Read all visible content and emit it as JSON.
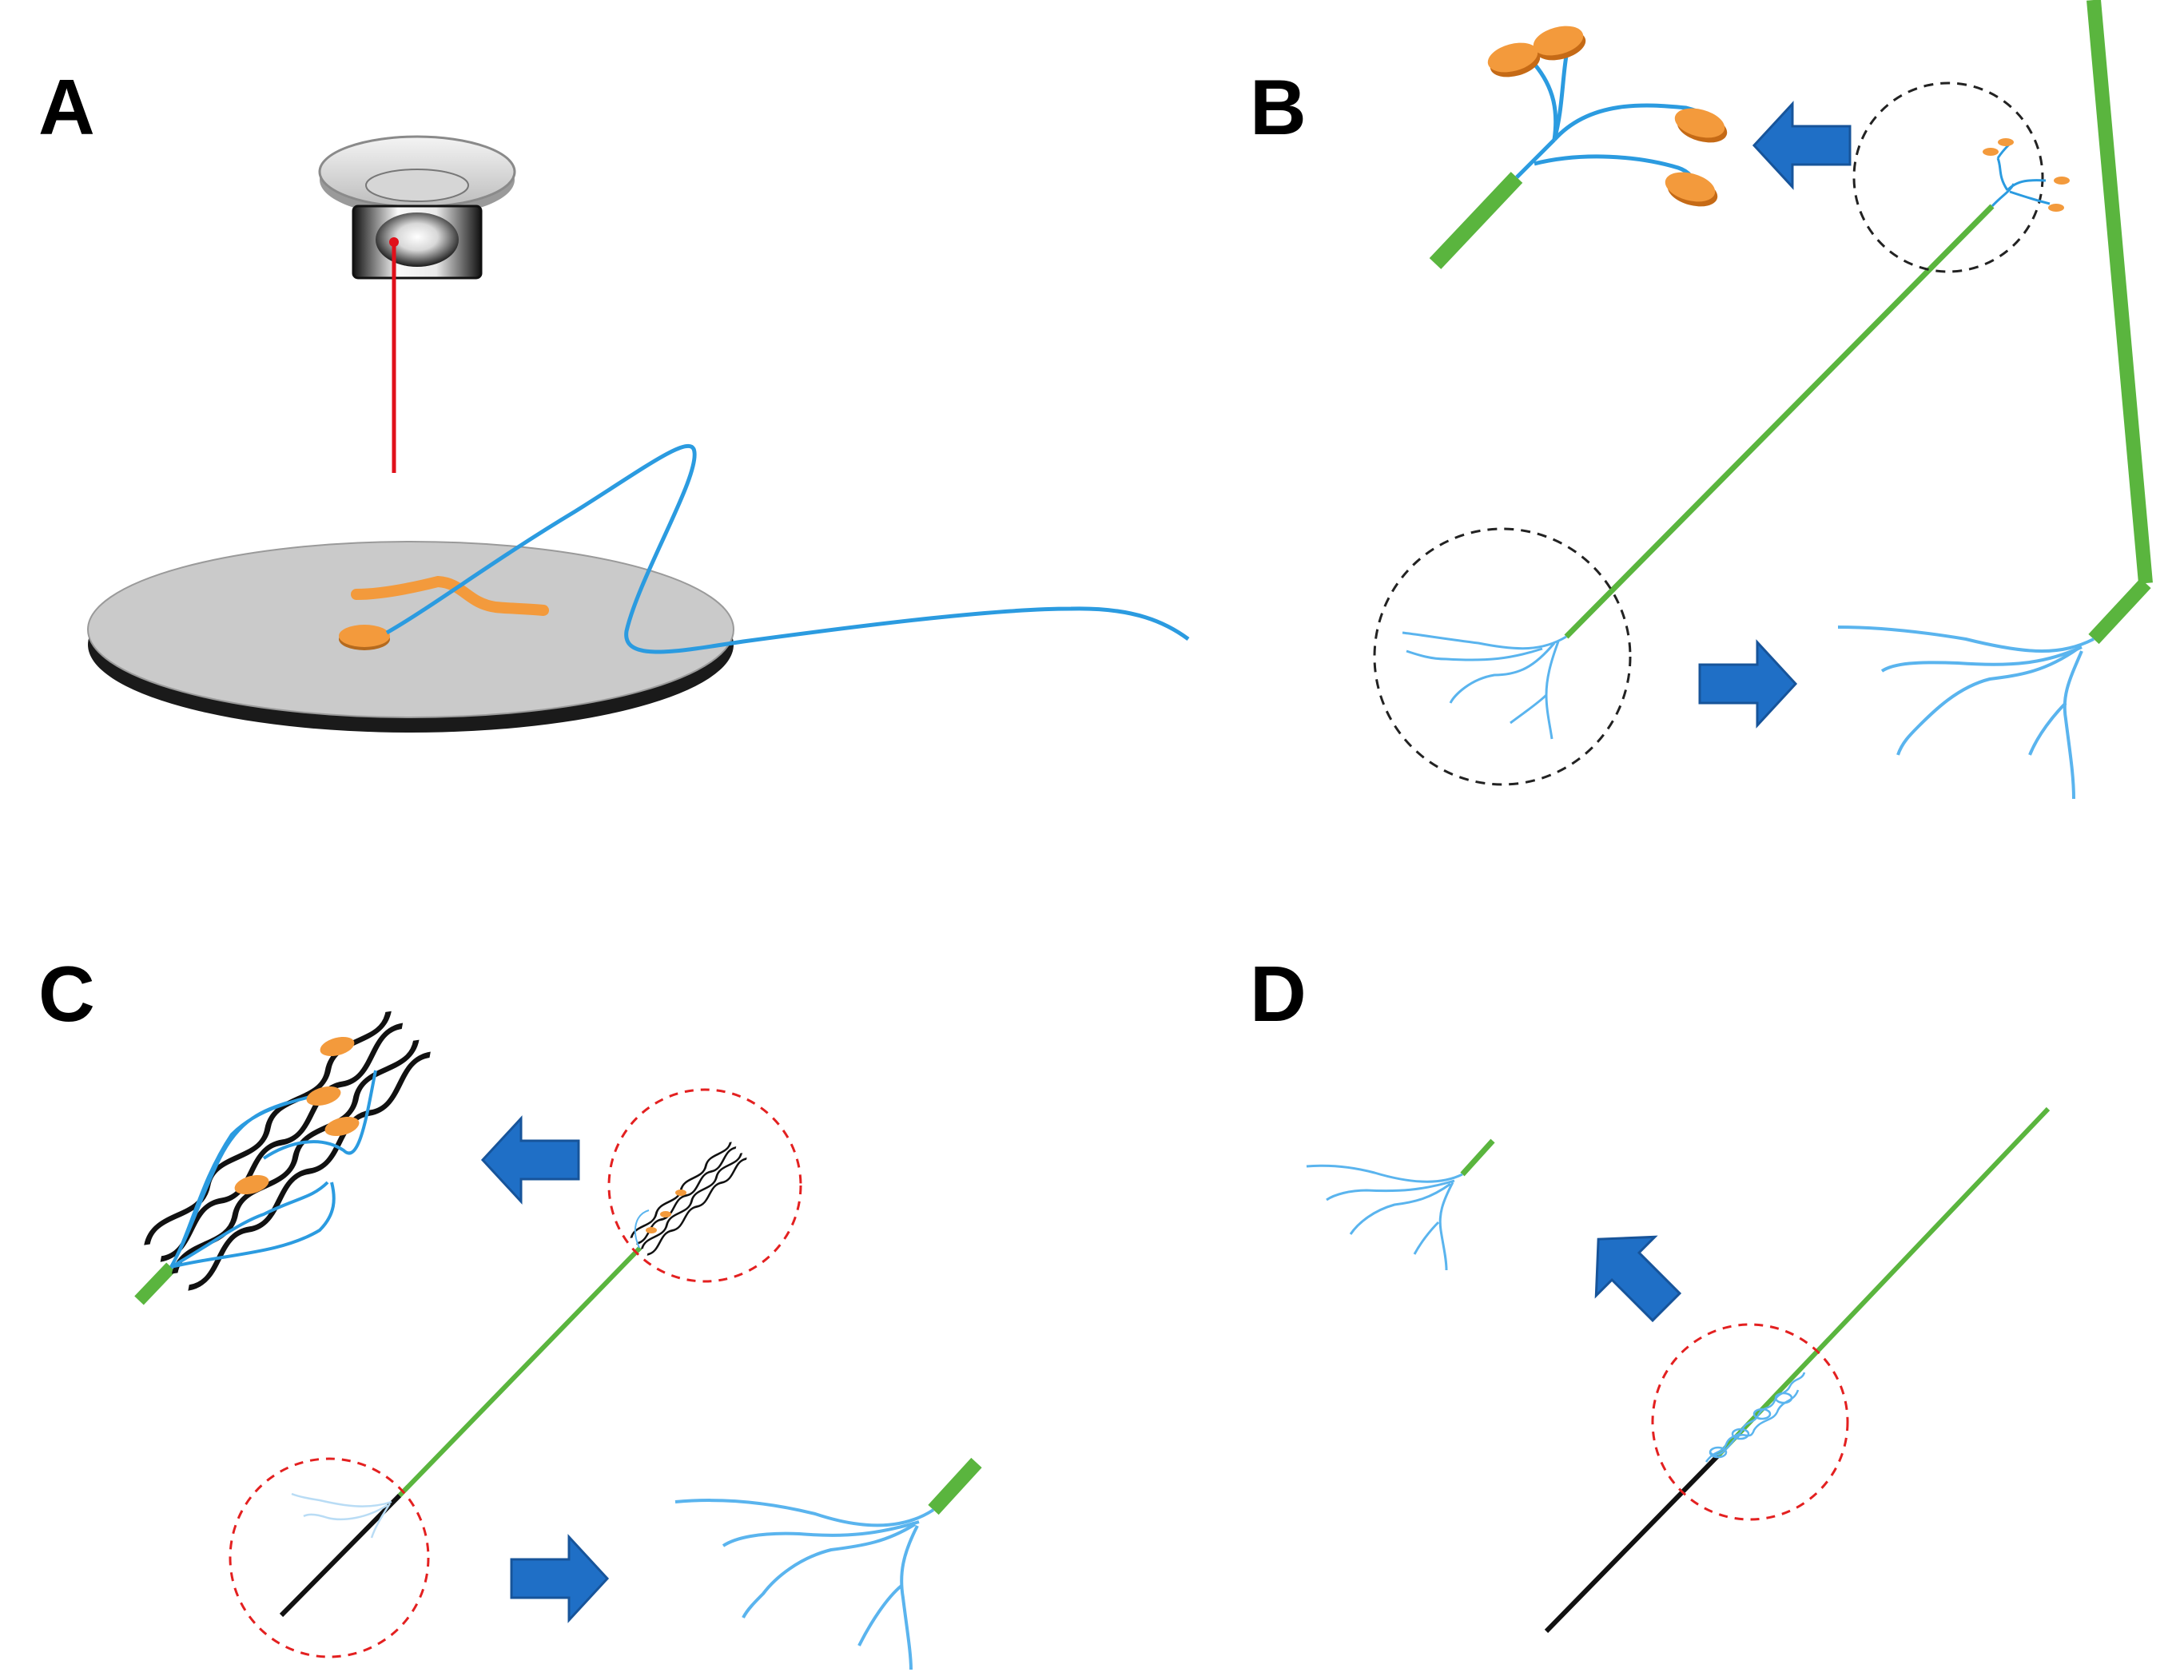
{
  "panels": {
    "a": {
      "label": "A"
    },
    "b": {
      "label": "B"
    },
    "c": {
      "label": "C"
    },
    "d": {
      "label": "D"
    }
  },
  "colors": {
    "neuron": "#2b9be0",
    "neuron_light": "#5ab4ee",
    "optic_fiber": "#5ab53e",
    "orange": "#f39a3c",
    "laser": "#e0101a",
    "arrow": "#1f6fc6",
    "dish": "#c9c9c9",
    "stent_mesh": "#111111",
    "dashed_circle_black": "#222222",
    "dashed_circle_red": "#e32020"
  },
  "icons": {
    "objective": "microscope-objective-icon",
    "arrow": "block-arrow-icon"
  }
}
